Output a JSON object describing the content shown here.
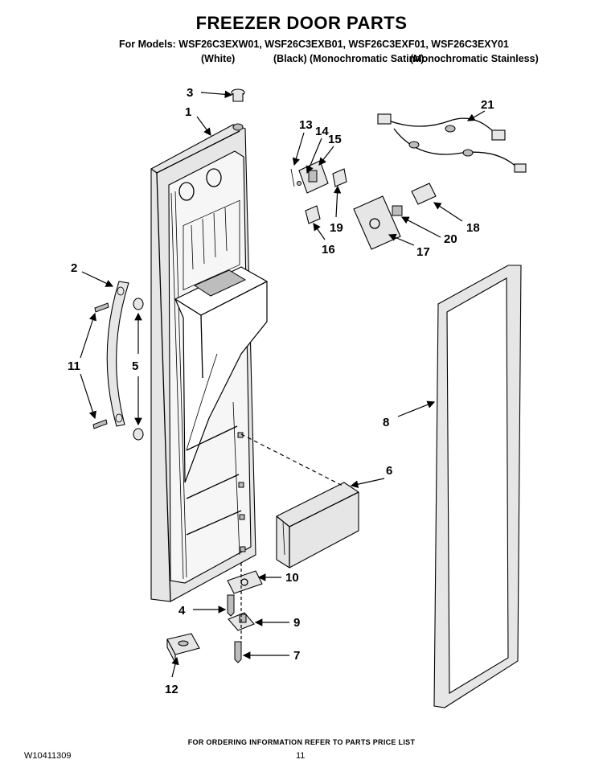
{
  "header": {
    "title": "FREEZER DOOR PARTS",
    "models": "For Models: WSF26C3EXW01, WSF26C3EXB01, WSF26C3EXF01, WSF26C3EXY01",
    "variants": [
      "(White)",
      "(Black)",
      "(Monochromatic Satina)",
      "(Monochromatic Stainless)"
    ]
  },
  "callouts": [
    "1",
    "2",
    "3",
    "4",
    "5",
    "6",
    "7",
    "8",
    "9",
    "10",
    "11",
    "12",
    "13",
    "14",
    "15",
    "16",
    "17",
    "18",
    "19",
    "20",
    "21"
  ],
  "footer": {
    "note": "FOR ORDERING INFORMATION REFER TO PARTS PRICE LIST",
    "doc_number": "W10411309",
    "page_number": "11"
  }
}
